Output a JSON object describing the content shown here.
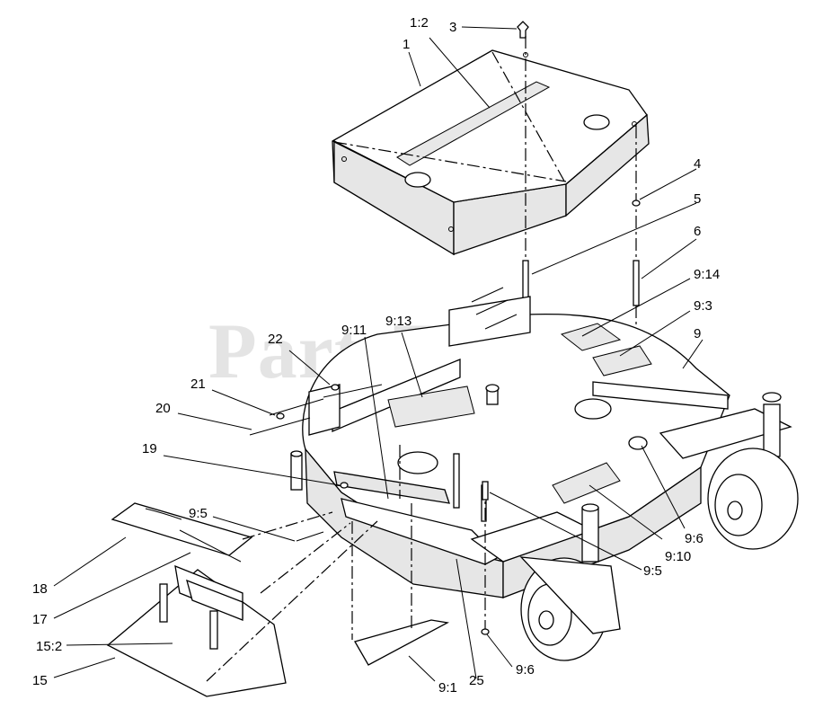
{
  "watermark": "PartsTree",
  "callouts": [
    {
      "id": "c1",
      "text": "1"
    },
    {
      "id": "c1_2",
      "text": "1:2"
    },
    {
      "id": "c3",
      "text": "3"
    },
    {
      "id": "c4",
      "text": "4"
    },
    {
      "id": "c5",
      "text": "5"
    },
    {
      "id": "c6",
      "text": "6"
    },
    {
      "id": "c9_14",
      "text": "9:14"
    },
    {
      "id": "c9_3",
      "text": "9:3"
    },
    {
      "id": "c9",
      "text": "9"
    },
    {
      "id": "c22",
      "text": "22"
    },
    {
      "id": "c9_11",
      "text": "9:11"
    },
    {
      "id": "c9_13",
      "text": "9:13"
    },
    {
      "id": "c21",
      "text": "21"
    },
    {
      "id": "c20",
      "text": "20"
    },
    {
      "id": "c19",
      "text": "19"
    },
    {
      "id": "c9_5a",
      "text": "9:5"
    },
    {
      "id": "c18",
      "text": "18"
    },
    {
      "id": "c17",
      "text": "17"
    },
    {
      "id": "c15_2",
      "text": "15:2"
    },
    {
      "id": "c15",
      "text": "15"
    },
    {
      "id": "c9_1",
      "text": "9:1"
    },
    {
      "id": "c25",
      "text": "25"
    },
    {
      "id": "c9_6a",
      "text": "9:6"
    },
    {
      "id": "c9_5b",
      "text": "9:5"
    },
    {
      "id": "c9_10",
      "text": "9:10"
    },
    {
      "id": "c9_6b",
      "text": "9:6"
    }
  ]
}
